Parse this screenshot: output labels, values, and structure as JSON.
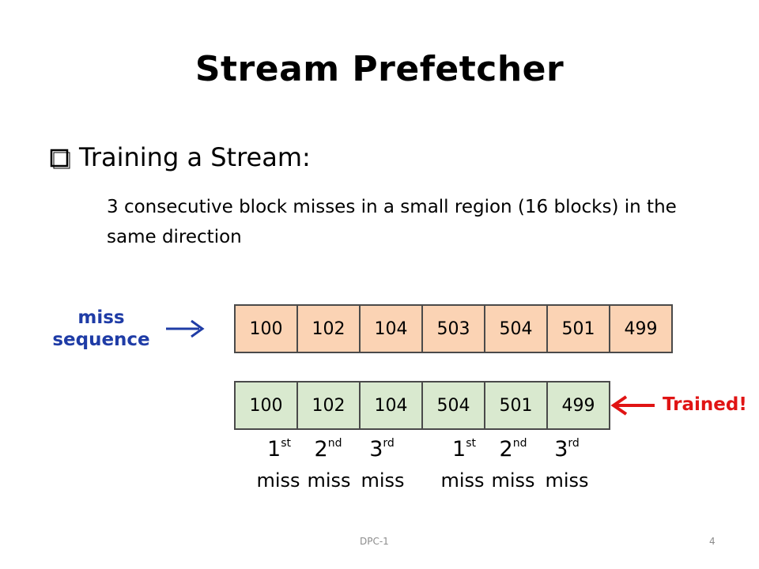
{
  "slide": {
    "title": "Stream Prefetcher",
    "bullet": "Training a Stream:",
    "description": "3 consecutive block misses in a small region (16 blocks) in the same direction",
    "miss_label_line1": "miss",
    "miss_label_line2": "sequence",
    "trained_label": "Trained!",
    "footer_left": "DPC-1",
    "footer_right": "4"
  },
  "miss_sequence": [
    "100",
    "102",
    "104",
    "503",
    "504",
    "501",
    "499"
  ],
  "trained_sequence": [
    "100",
    "102",
    "104",
    "504",
    "501",
    "499"
  ],
  "ordinals": [
    {
      "num": "1",
      "suffix": "st",
      "word": "miss"
    },
    {
      "num": "2",
      "suffix": "nd",
      "word": "miss"
    },
    {
      "num": "3",
      "suffix": "rd",
      "word": "miss"
    },
    {
      "num": "1",
      "suffix": "st",
      "word": "miss"
    },
    {
      "num": "2",
      "suffix": "nd",
      "word": "miss"
    },
    {
      "num": "3",
      "suffix": "rd",
      "word": "miss"
    }
  ],
  "colors": {
    "miss_row_fill": "#fbd3b4",
    "trained_row_fill": "#d9e9cf",
    "label_blue": "#1f3ca6",
    "label_red": "#e01414"
  }
}
